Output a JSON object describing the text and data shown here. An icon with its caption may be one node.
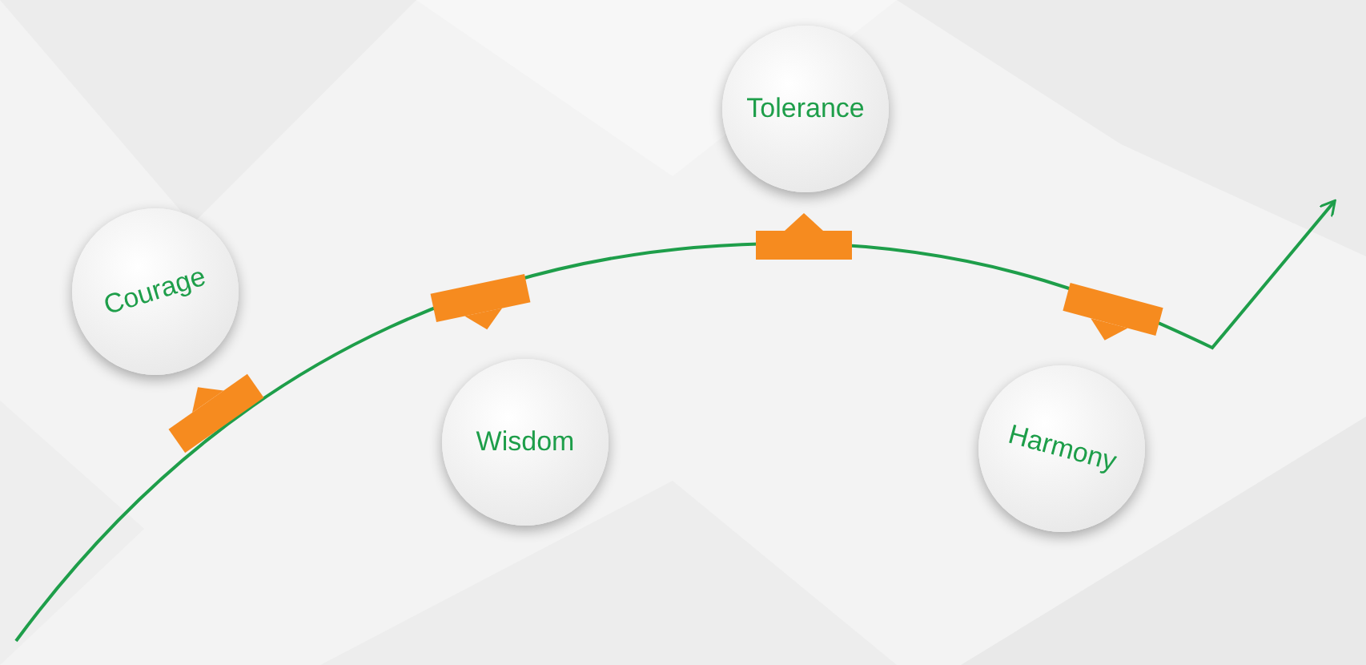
{
  "diagram": {
    "nodes": [
      {
        "text": [
          "Courage"
        ]
      },
      {
        "text": [
          "Wisdom"
        ]
      },
      {
        "text": [
          "Tolerance"
        ]
      },
      {
        "text": [
          "Harmony"
        ]
      }
    ]
  }
}
